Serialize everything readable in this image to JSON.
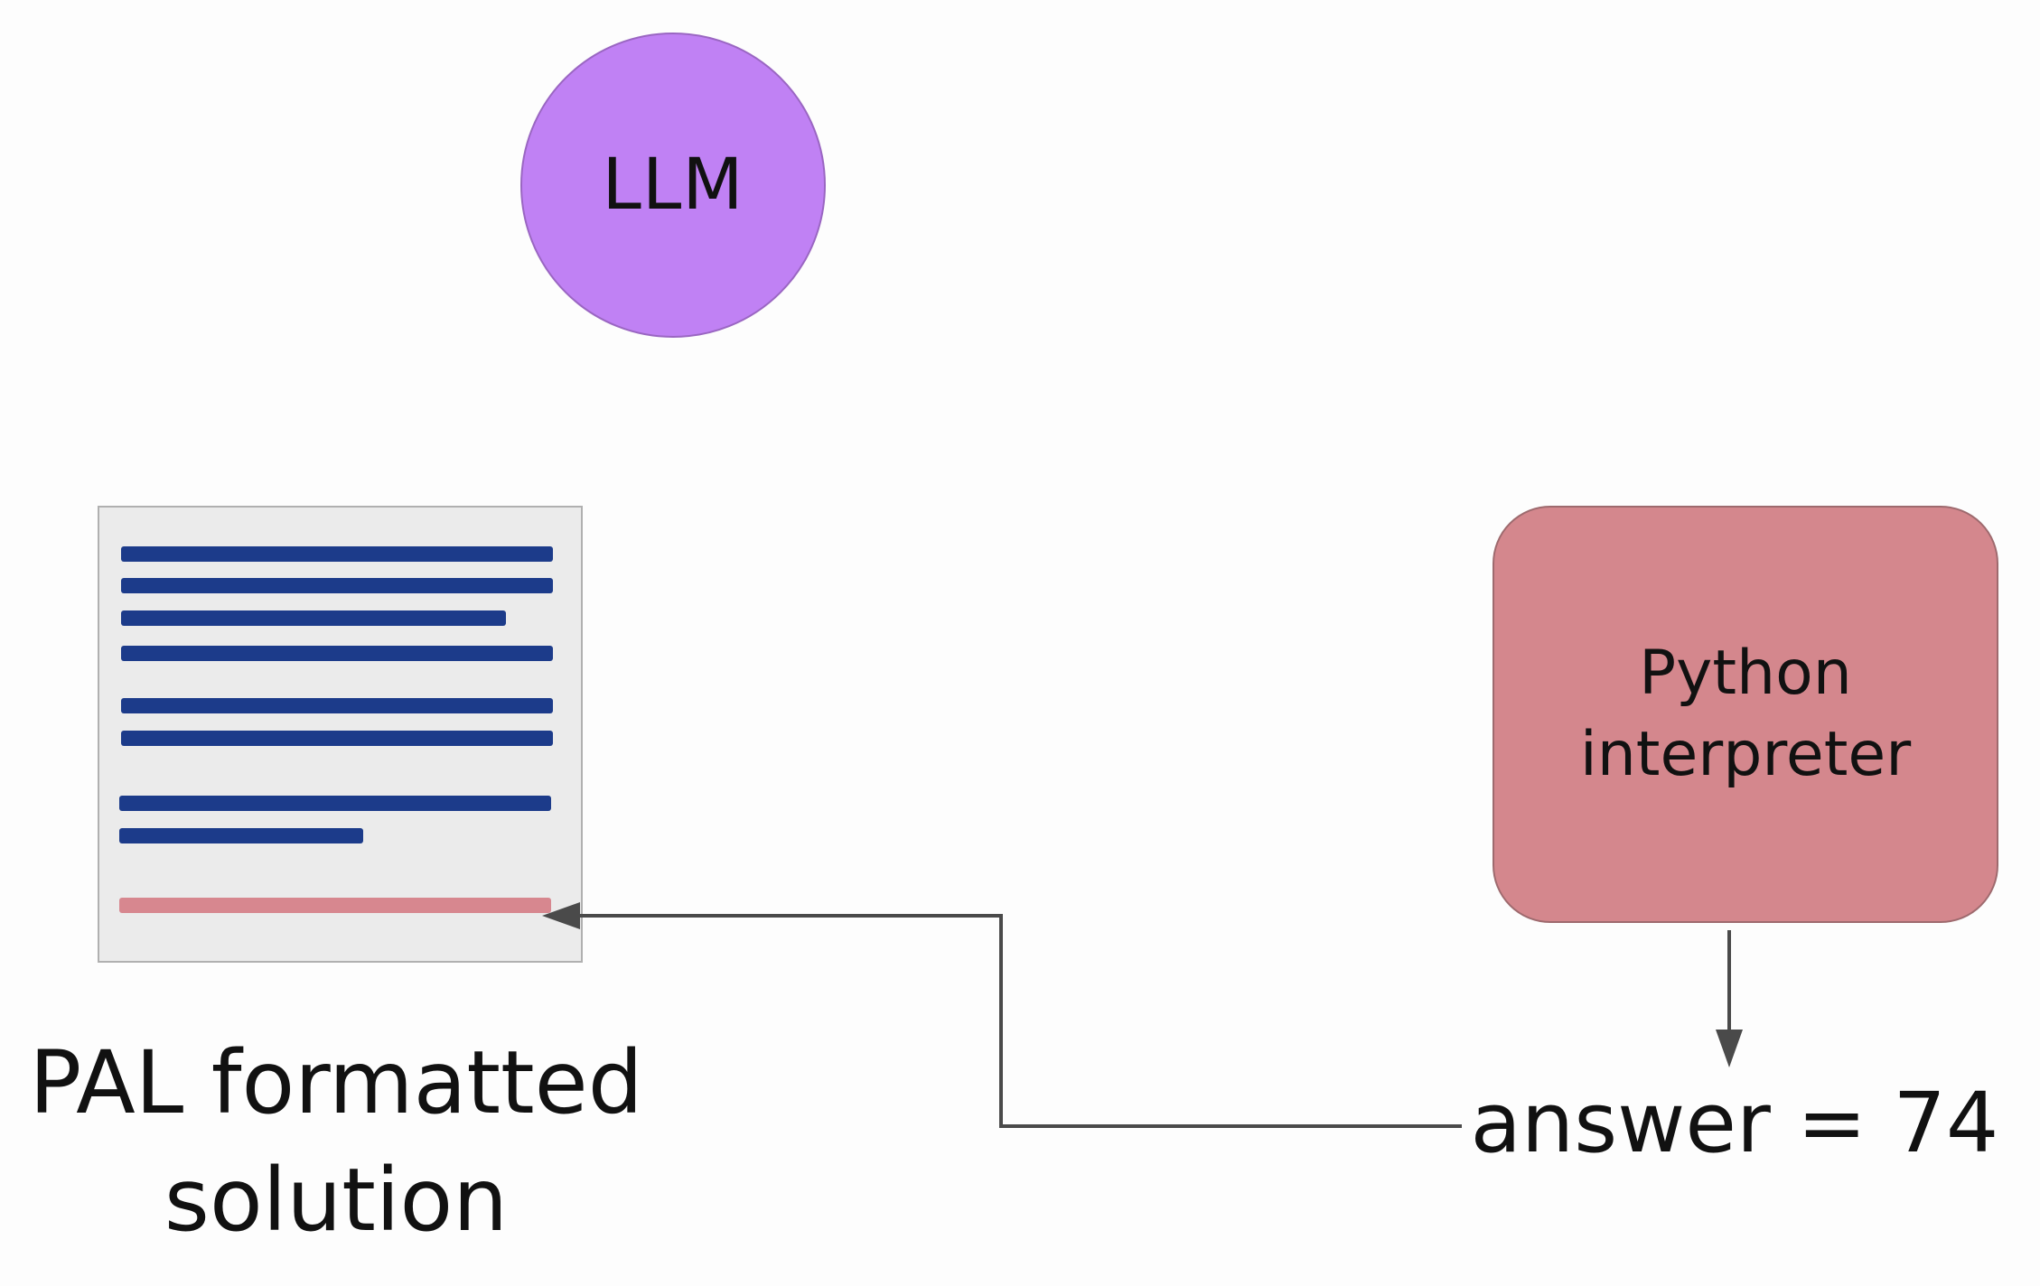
{
  "llm": {
    "label": "LLM",
    "color": "#c081f4"
  },
  "document": {
    "caption_line1": "PAL formatted",
    "caption_line2": "solution",
    "background": "#ebebeb",
    "line_color": "#1c3b8a",
    "answer_line_color": "#d7878f"
  },
  "interpreter": {
    "label_line1": "Python",
    "label_line2": "interpreter",
    "color": "#d4878d"
  },
  "answer": {
    "text": "answer = 74"
  },
  "connector_color": "#4a4a4a"
}
